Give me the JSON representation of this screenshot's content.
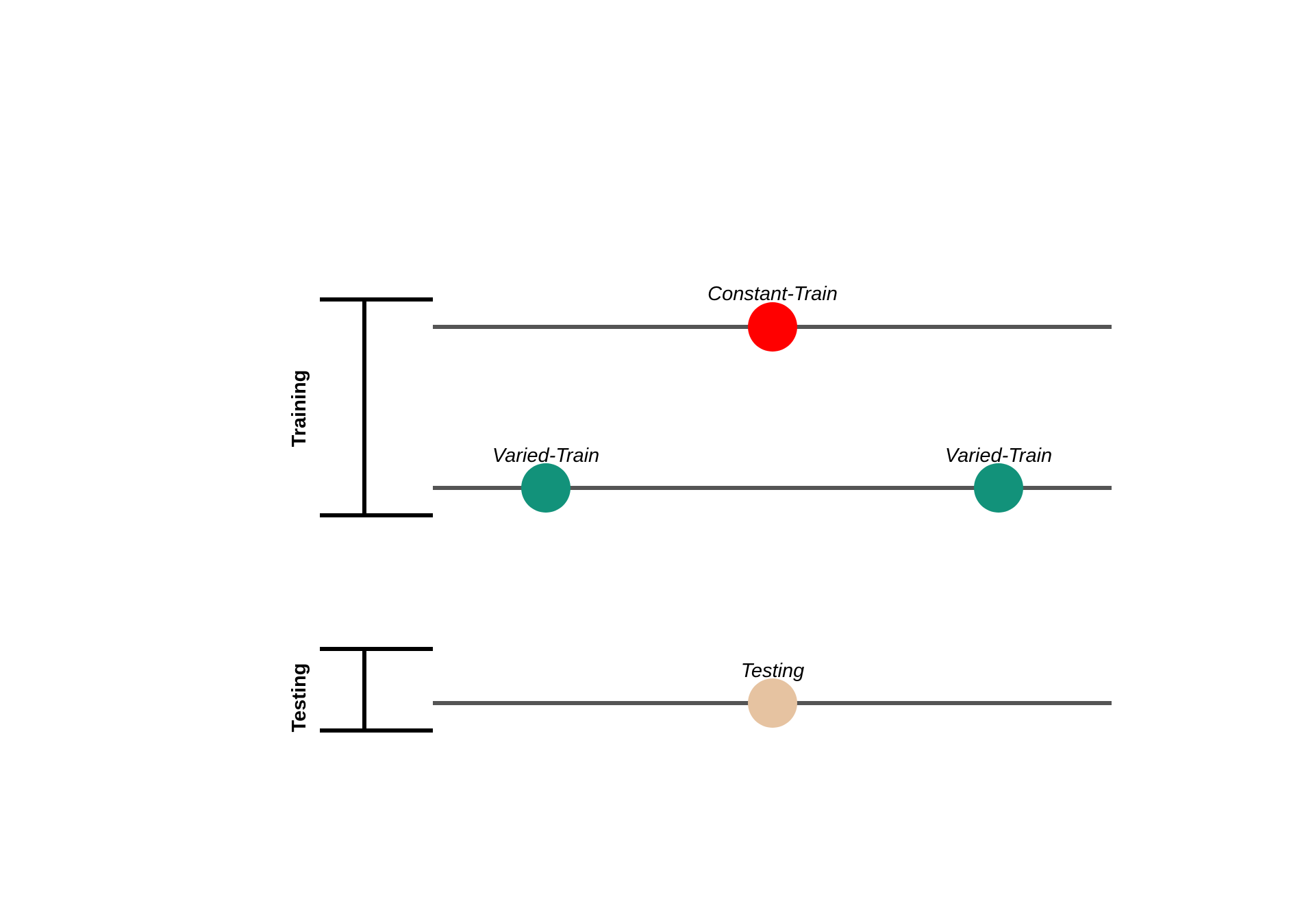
{
  "colors": {
    "line": "#555555",
    "bracket": "#000000",
    "constant": "#ff0000",
    "varied": "#12927a",
    "testing": "#e6c3a1"
  },
  "groups": {
    "training_label": "Training",
    "testing_label": "Testing"
  },
  "markers": [
    {
      "label": "Constant-Train",
      "color_key": "constant"
    },
    {
      "label": "Varied-Train",
      "color_key": "varied"
    },
    {
      "label": "Varied-Train",
      "color_key": "varied"
    },
    {
      "label": "Testing",
      "color_key": "testing"
    }
  ]
}
